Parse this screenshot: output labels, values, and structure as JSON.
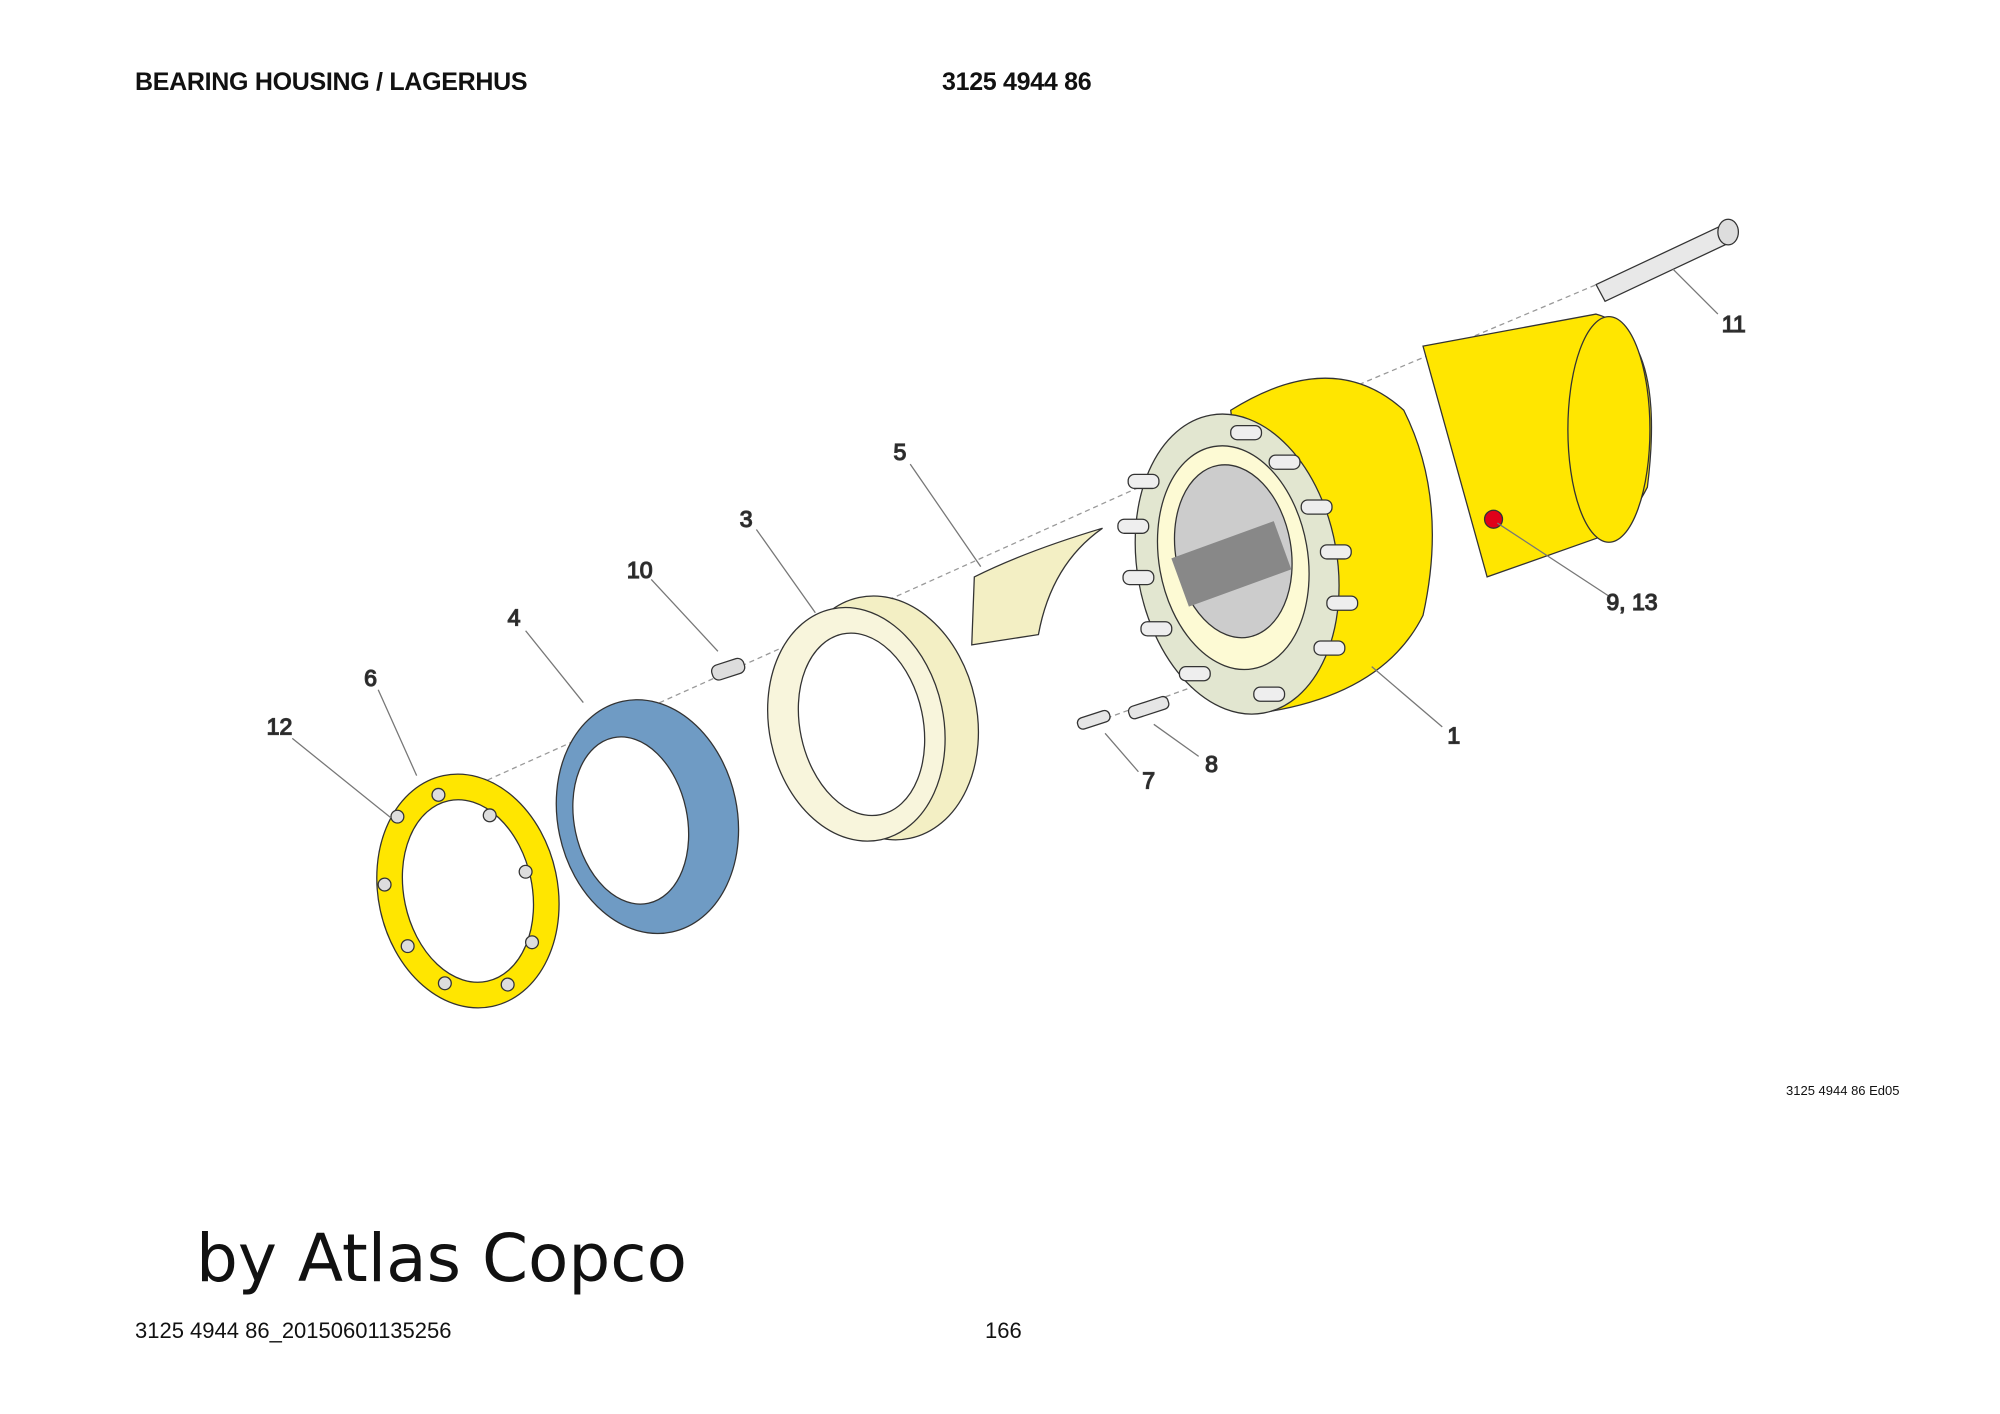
{
  "header": {
    "title": "BEARING HOUSING / LAGERHUS",
    "part_number": "3125 4944 86"
  },
  "drawing": {
    "callouts": [
      "11",
      "5",
      "3",
      "10",
      "4",
      "6",
      "12",
      "9, 13",
      "1",
      "8",
      "7"
    ],
    "edition": "3125 4944 86 Ed05",
    "colors": {
      "housing": "#ffe600",
      "ring_blue": "#6f9bc4",
      "cream": "#f3efc4",
      "red_plug": "#e0001a"
    }
  },
  "brand": "by Atlas Copco",
  "footer": {
    "doc_ref": "3125 4944 86_20150601135256",
    "page": "166"
  }
}
